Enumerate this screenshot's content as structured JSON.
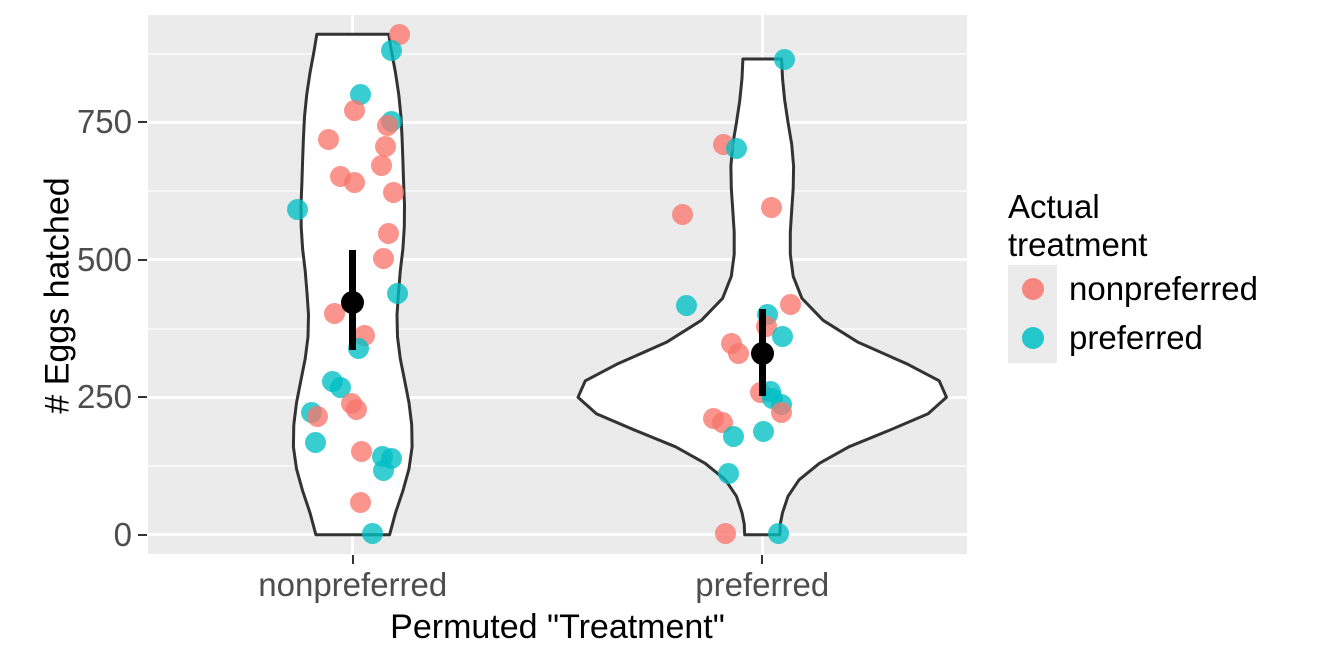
{
  "chart_data": {
    "type": "violin",
    "title": "",
    "xlabel": "Permuted \"Treatment\"",
    "ylabel": "# Eggs hatched",
    "categories": [
      "nonpreferred",
      "preferred"
    ],
    "ylim": [
      -35,
      945
    ],
    "yticks": [
      0,
      250,
      500,
      750
    ],
    "ytick_labels": [
      "0",
      "250",
      "500",
      "750"
    ],
    "grid": "horizontal-major-and-minor",
    "legend": {
      "title": "Actual\ntreatment",
      "title_line1": "Actual",
      "title_line2": "treatment",
      "position": "right",
      "entries": [
        {
          "label": "nonpreferred",
          "color": "#F8766D"
        },
        {
          "label": "preferred",
          "color": "#00BFC4"
        }
      ]
    },
    "summary": [
      {
        "group": "nonpreferred",
        "mean": 423,
        "lower": 336,
        "upper": 517
      },
      {
        "group": "preferred",
        "mean": 330,
        "lower": 252,
        "upper": 411
      }
    ],
    "violins": [
      {
        "group": "nonpreferred",
        "min": 0,
        "max": 910,
        "half_width_profile": [
          [
            910,
            0.195
          ],
          [
            880,
            0.21
          ],
          [
            840,
            0.232
          ],
          [
            800,
            0.25
          ],
          [
            760,
            0.262
          ],
          [
            720,
            0.268
          ],
          [
            680,
            0.272
          ],
          [
            640,
            0.276
          ],
          [
            600,
            0.281
          ],
          [
            560,
            0.28
          ],
          [
            520,
            0.272
          ],
          [
            480,
            0.258
          ],
          [
            440,
            0.248
          ],
          [
            400,
            0.24
          ],
          [
            360,
            0.243
          ],
          [
            320,
            0.258
          ],
          [
            280,
            0.282
          ],
          [
            240,
            0.305
          ],
          [
            200,
            0.32
          ],
          [
            160,
            0.322
          ],
          [
            120,
            0.305
          ],
          [
            80,
            0.272
          ],
          [
            40,
            0.232
          ],
          [
            0,
            0.2
          ]
        ]
      },
      {
        "group": "preferred",
        "min": 0,
        "max": 865,
        "half_width_profile": [
          [
            865,
            0.105
          ],
          [
            830,
            0.11
          ],
          [
            790,
            0.122
          ],
          [
            750,
            0.14
          ],
          [
            710,
            0.16
          ],
          [
            670,
            0.17
          ],
          [
            630,
            0.168
          ],
          [
            590,
            0.16
          ],
          [
            550,
            0.152
          ],
          [
            510,
            0.152
          ],
          [
            470,
            0.168
          ],
          [
            430,
            0.215
          ],
          [
            390,
            0.33
          ],
          [
            350,
            0.52
          ],
          [
            310,
            0.79
          ],
          [
            280,
            0.96
          ],
          [
            250,
            1.0
          ],
          [
            220,
            0.9
          ],
          [
            190,
            0.69
          ],
          [
            160,
            0.47
          ],
          [
            130,
            0.31
          ],
          [
            100,
            0.2
          ],
          [
            70,
            0.14
          ],
          [
            40,
            0.11
          ],
          [
            20,
            0.098
          ],
          [
            0,
            0.095
          ]
        ]
      }
    ],
    "points": [
      {
        "group": "nonpreferred",
        "treatment": "nonpreferred",
        "x_off": 0.115,
        "y": 910
      },
      {
        "group": "nonpreferred",
        "treatment": "preferred",
        "x_off": 0.095,
        "y": 880
      },
      {
        "group": "nonpreferred",
        "treatment": "preferred",
        "x_off": 0.02,
        "y": 800
      },
      {
        "group": "nonpreferred",
        "treatment": "nonpreferred",
        "x_off": 0.005,
        "y": 772
      },
      {
        "group": "nonpreferred",
        "treatment": "preferred",
        "x_off": 0.095,
        "y": 752
      },
      {
        "group": "nonpreferred",
        "treatment": "nonpreferred",
        "x_off": 0.085,
        "y": 744
      },
      {
        "group": "nonpreferred",
        "treatment": "nonpreferred",
        "x_off": -0.06,
        "y": 718
      },
      {
        "group": "nonpreferred",
        "treatment": "nonpreferred",
        "x_off": 0.08,
        "y": 706
      },
      {
        "group": "nonpreferred",
        "treatment": "nonpreferred",
        "x_off": 0.07,
        "y": 672
      },
      {
        "group": "nonpreferred",
        "treatment": "nonpreferred",
        "x_off": -0.03,
        "y": 652
      },
      {
        "group": "nonpreferred",
        "treatment": "nonpreferred",
        "x_off": 0.005,
        "y": 640
      },
      {
        "group": "nonpreferred",
        "treatment": "nonpreferred",
        "x_off": 0.1,
        "y": 622
      },
      {
        "group": "nonpreferred",
        "treatment": "preferred",
        "x_off": -0.135,
        "y": 592
      },
      {
        "group": "nonpreferred",
        "treatment": "nonpreferred",
        "x_off": 0.088,
        "y": 548
      },
      {
        "group": "nonpreferred",
        "treatment": "nonpreferred",
        "x_off": 0.075,
        "y": 502
      },
      {
        "group": "nonpreferred",
        "treatment": "preferred",
        "x_off": 0.11,
        "y": 438
      },
      {
        "group": "nonpreferred",
        "treatment": "nonpreferred",
        "x_off": -0.045,
        "y": 402
      },
      {
        "group": "nonpreferred",
        "treatment": "nonpreferred",
        "x_off": 0.028,
        "y": 362
      },
      {
        "group": "nonpreferred",
        "treatment": "preferred",
        "x_off": 0.015,
        "y": 338
      },
      {
        "group": "nonpreferred",
        "treatment": "preferred",
        "x_off": -0.05,
        "y": 278
      },
      {
        "group": "nonpreferred",
        "treatment": "preferred",
        "x_off": -0.03,
        "y": 268
      },
      {
        "group": "nonpreferred",
        "treatment": "nonpreferred",
        "x_off": -0.002,
        "y": 238
      },
      {
        "group": "nonpreferred",
        "treatment": "nonpreferred",
        "x_off": 0.01,
        "y": 228
      },
      {
        "group": "nonpreferred",
        "treatment": "preferred",
        "x_off": -0.1,
        "y": 222
      },
      {
        "group": "nonpreferred",
        "treatment": "nonpreferred",
        "x_off": -0.085,
        "y": 215
      },
      {
        "group": "nonpreferred",
        "treatment": "preferred",
        "x_off": -0.092,
        "y": 168
      },
      {
        "group": "nonpreferred",
        "treatment": "nonpreferred",
        "x_off": 0.022,
        "y": 152
      },
      {
        "group": "nonpreferred",
        "treatment": "preferred",
        "x_off": 0.072,
        "y": 142
      },
      {
        "group": "nonpreferred",
        "treatment": "preferred",
        "x_off": 0.095,
        "y": 138
      },
      {
        "group": "nonpreferred",
        "treatment": "preferred",
        "x_off": 0.075,
        "y": 116
      },
      {
        "group": "nonpreferred",
        "treatment": "nonpreferred",
        "x_off": 0.018,
        "y": 58
      },
      {
        "group": "nonpreferred",
        "treatment": "preferred",
        "x_off": 0.048,
        "y": 2
      },
      {
        "group": "preferred",
        "treatment": "preferred",
        "x_off": 0.055,
        "y": 865
      },
      {
        "group": "preferred",
        "treatment": "nonpreferred",
        "x_off": -0.095,
        "y": 710
      },
      {
        "group": "preferred",
        "treatment": "preferred",
        "x_off": -0.062,
        "y": 703
      },
      {
        "group": "preferred",
        "treatment": "nonpreferred",
        "x_off": 0.022,
        "y": 595
      },
      {
        "group": "preferred",
        "treatment": "nonpreferred",
        "x_off": -0.195,
        "y": 582
      },
      {
        "group": "preferred",
        "treatment": "preferred",
        "x_off": -0.185,
        "y": 416
      },
      {
        "group": "preferred",
        "treatment": "nonpreferred",
        "x_off": 0.07,
        "y": 418
      },
      {
        "group": "preferred",
        "treatment": "preferred",
        "x_off": 0.012,
        "y": 400
      },
      {
        "group": "preferred",
        "treatment": "nonpreferred",
        "x_off": 0.01,
        "y": 378
      },
      {
        "group": "preferred",
        "treatment": "preferred",
        "x_off": 0.05,
        "y": 360
      },
      {
        "group": "preferred",
        "treatment": "nonpreferred",
        "x_off": -0.075,
        "y": 348
      },
      {
        "group": "preferred",
        "treatment": "nonpreferred",
        "x_off": -0.058,
        "y": 330
      },
      {
        "group": "preferred",
        "treatment": "nonpreferred",
        "x_off": -0.005,
        "y": 258
      },
      {
        "group": "preferred",
        "treatment": "preferred",
        "x_off": 0.02,
        "y": 260
      },
      {
        "group": "preferred",
        "treatment": "preferred",
        "x_off": 0.024,
        "y": 248
      },
      {
        "group": "preferred",
        "treatment": "preferred",
        "x_off": 0.046,
        "y": 236
      },
      {
        "group": "preferred",
        "treatment": "nonpreferred",
        "x_off": 0.048,
        "y": 222
      },
      {
        "group": "preferred",
        "treatment": "nonpreferred",
        "x_off": -0.118,
        "y": 212
      },
      {
        "group": "preferred",
        "treatment": "nonpreferred",
        "x_off": -0.098,
        "y": 205
      },
      {
        "group": "preferred",
        "treatment": "preferred",
        "x_off": -0.07,
        "y": 178
      },
      {
        "group": "preferred",
        "treatment": "preferred",
        "x_off": 0.002,
        "y": 188
      },
      {
        "group": "preferred",
        "treatment": "preferred",
        "x_off": -0.082,
        "y": 112
      },
      {
        "group": "preferred",
        "treatment": "nonpreferred",
        "x_off": -0.09,
        "y": 2
      },
      {
        "group": "preferred",
        "treatment": "preferred",
        "x_off": 0.04,
        "y": 2
      }
    ]
  }
}
